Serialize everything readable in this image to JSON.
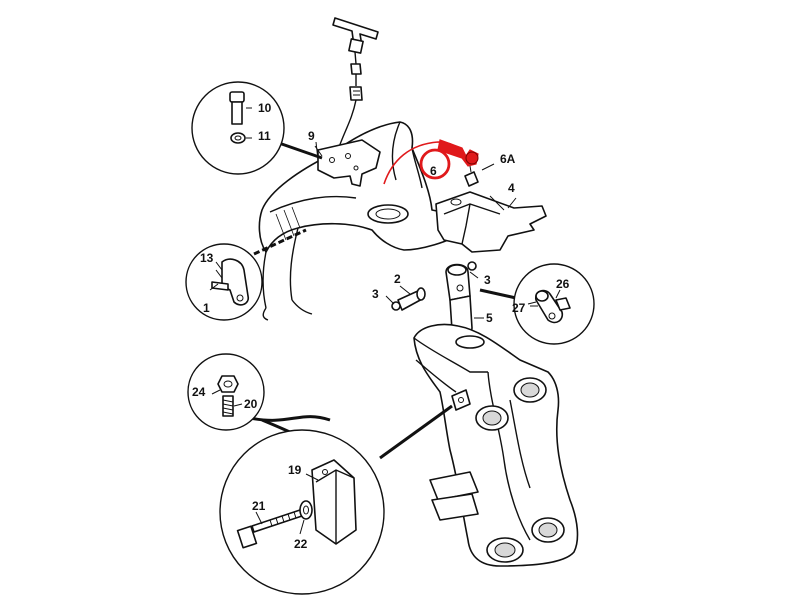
{
  "diagram": {
    "highlight_color": "#e0191b",
    "labels": {
      "l1": "1",
      "l2": "2",
      "l3a": "3",
      "l3b": "3",
      "l4": "4",
      "l5": "5",
      "l6": "6",
      "l6a": "6A",
      "l9": "9",
      "l10": "10",
      "l11": "11",
      "l13": "13",
      "l19": "19",
      "l20": "20",
      "l21": "21",
      "l22": "22",
      "l24": "24",
      "l26": "26",
      "l27": "27"
    }
  }
}
